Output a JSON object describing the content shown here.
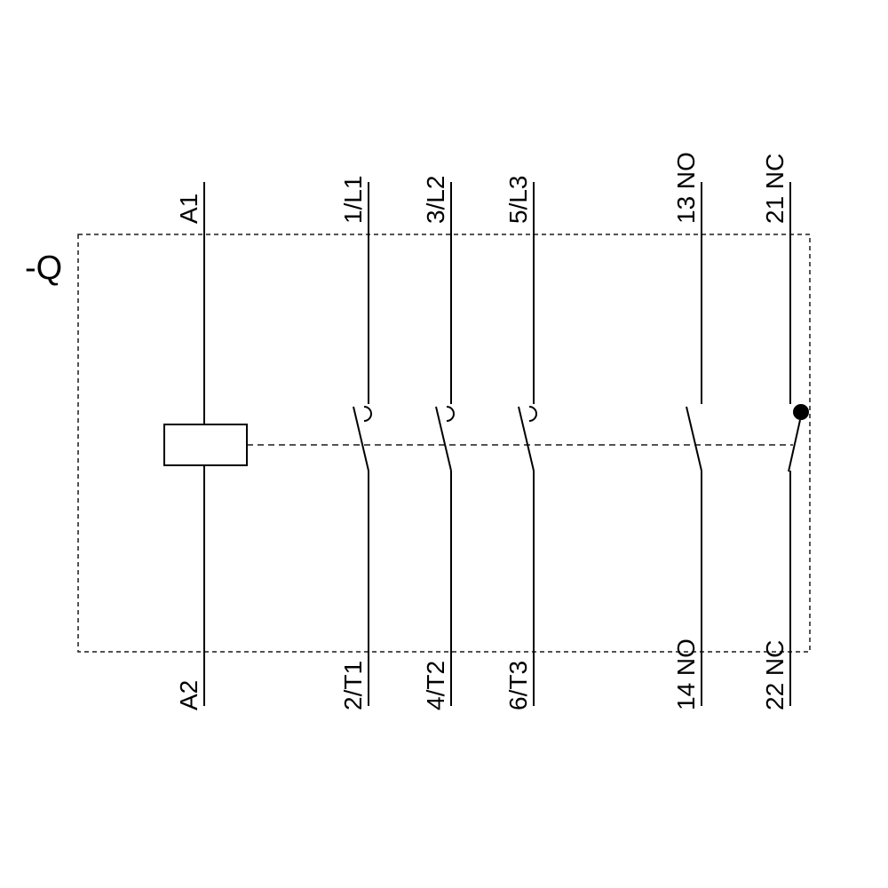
{
  "contactor": {
    "designation": "-Q",
    "coil": {
      "top": "A1",
      "bottom": "A2"
    },
    "main_contacts": [
      {
        "top": "1/L1",
        "bottom": "2/T1"
      },
      {
        "top": "3/L2",
        "bottom": "4/T2"
      },
      {
        "top": "5/L3",
        "bottom": "6/T3"
      }
    ],
    "aux_contacts": [
      {
        "top": "13 NO",
        "bottom": "14 NO"
      },
      {
        "top": "21 NC",
        "bottom": "22 NC"
      }
    ],
    "colors": {
      "line": "#000000",
      "background": "#ffffff"
    }
  }
}
